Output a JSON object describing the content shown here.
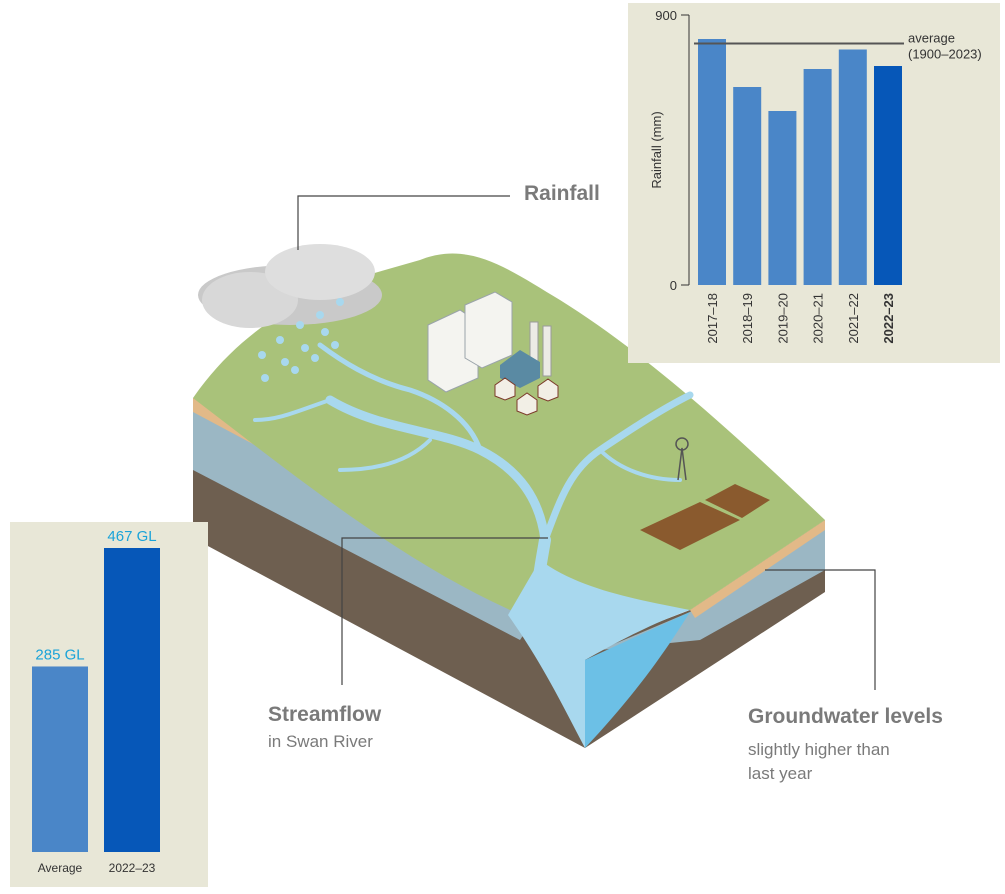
{
  "labels": {
    "rainfall": "Rainfall",
    "streamflow_title": "Streamflow",
    "streamflow_sub": "in Swan River",
    "groundwater_title": "Groundwater levels",
    "groundwater_sub_1": "slightly higher than",
    "groundwater_sub_2": "last year"
  },
  "colors": {
    "bar": "#4a86c8",
    "bar_highlight": "#0657b8",
    "value_label": "#1aa3d8",
    "panel_bg": "#e8e7d7",
    "land": "#a9c27a",
    "water": "#a8d8ee"
  },
  "chart_data": [
    {
      "type": "bar",
      "ylabel": "Rainfall (mm)",
      "ylim": [
        0,
        900
      ],
      "yticks": [
        "0",
        "900"
      ],
      "categories": [
        "2017–18",
        "2018–19",
        "2019–20",
        "2020–21",
        "2021–22",
        "2022–23"
      ],
      "highlight": "2022–23",
      "values": [
        820,
        660,
        580,
        720,
        785,
        730
      ],
      "reference_line": {
        "value": 805,
        "label_1": "average",
        "label_2": "(1900–2023)"
      }
    },
    {
      "type": "bar",
      "categories": [
        "Average",
        "2022–23"
      ],
      "values": [
        285,
        467
      ],
      "value_labels": [
        "285 GL",
        "467 GL"
      ],
      "highlight": "2022–23"
    }
  ]
}
